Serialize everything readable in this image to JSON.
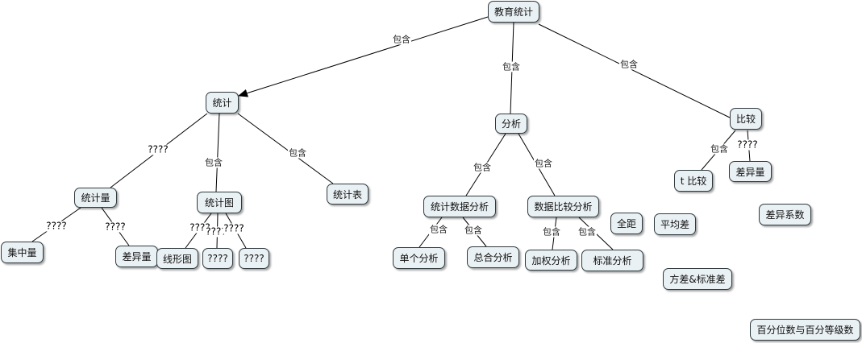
{
  "nodes": {
    "root": "教育统计",
    "tongji": "统计",
    "fenxi": "分析",
    "bijiao": "比较",
    "tongjiliang": "统计量",
    "tongjitu": "统计图",
    "tongjibiao": "统计表",
    "jizhongliang": "集中量",
    "chayiliang1": "差异量",
    "xianxingtu": "线形图",
    "q1": "????",
    "q2": "????",
    "tjsjfx": "统计数据分析",
    "sjbjfx": "数据比较分析",
    "dangefx": "单个分析",
    "zonghefx": "总合分析",
    "jiaquanfx": "加权分析",
    "biaozhunfx": "标准分析",
    "tbijiao": "t 比较",
    "chayiliang2": "差异量",
    "quanju": "全距",
    "pingjuncha": "平均差",
    "chayixishu": "差异系数",
    "fangcha": "方差&标准差",
    "baifenwei": "百分位数与百分等级数"
  },
  "edge_labels": {
    "root_tongji": "包含",
    "root_fenxi": "包含",
    "root_bijiao": "包含",
    "tongji_tongjiliang": "????",
    "tongji_tongjitu": "包含",
    "tongji_tongjibiao": "包含",
    "tjl_jzl": "????",
    "tjl_cyl": "????",
    "tjt_a": "????",
    "tjt_b": "????",
    "tjt_c": "????",
    "fenxi_tjsj": "包含",
    "fenxi_sjbj": "包含",
    "tjsj_dange": "包含",
    "tjsj_zonghe": "包含",
    "sjbj_jiaquan": "包含",
    "sjbj_biaozhun": "包含",
    "bijiao_t": "包含",
    "bijiao_cyl": "????"
  }
}
